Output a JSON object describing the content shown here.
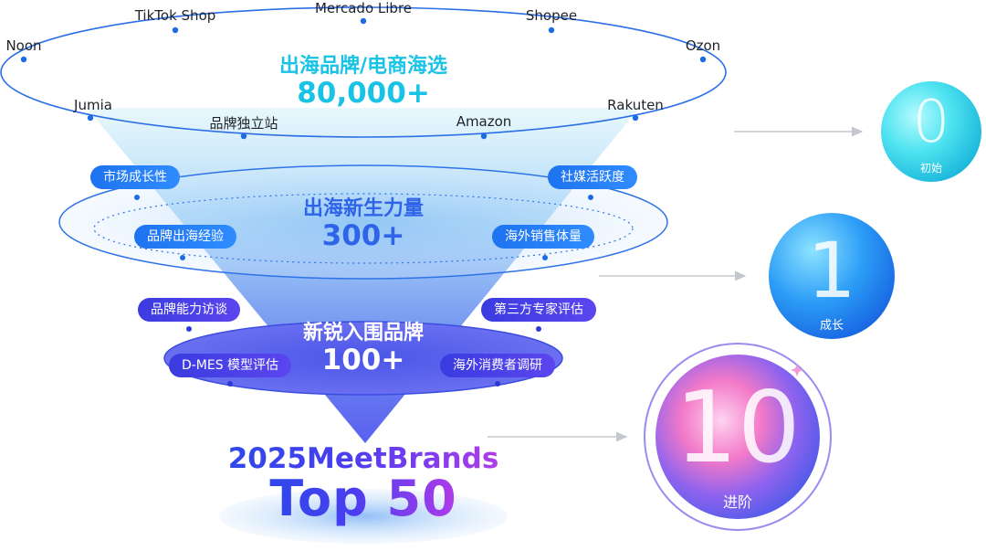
{
  "platforms": [
    "Noon",
    "TikTok Shop",
    "Mercado Libre",
    "Shopee",
    "Ozon",
    "Jumia",
    "品牌独立站",
    "Amazon",
    "Rakuten"
  ],
  "tier1": {
    "title": "出海品牌/电商海选",
    "count": "80,000+"
  },
  "tier2": {
    "title": "出海新生力量",
    "count": "300+",
    "criteria": [
      "市场成长性",
      "社媒活跃度",
      "品牌出海经验",
      "海外销售体量"
    ]
  },
  "tier3": {
    "title": "新锐入围品牌",
    "count": "100+",
    "criteria": [
      "品牌能力访谈",
      "第三方专家评估",
      "D-MES 模型评估",
      "海外消费者调研"
    ]
  },
  "result": {
    "line1": "2025MeetBrands",
    "line2": "Top 50"
  },
  "stages": [
    {
      "number": "0",
      "label": "初始"
    },
    {
      "number": "1",
      "label": "成长"
    },
    {
      "number": "10",
      "label": "进阶"
    }
  ],
  "colors": {
    "cyan": "#19c3e6",
    "blue": "#2f63e8",
    "purple": "#5b45ee"
  }
}
